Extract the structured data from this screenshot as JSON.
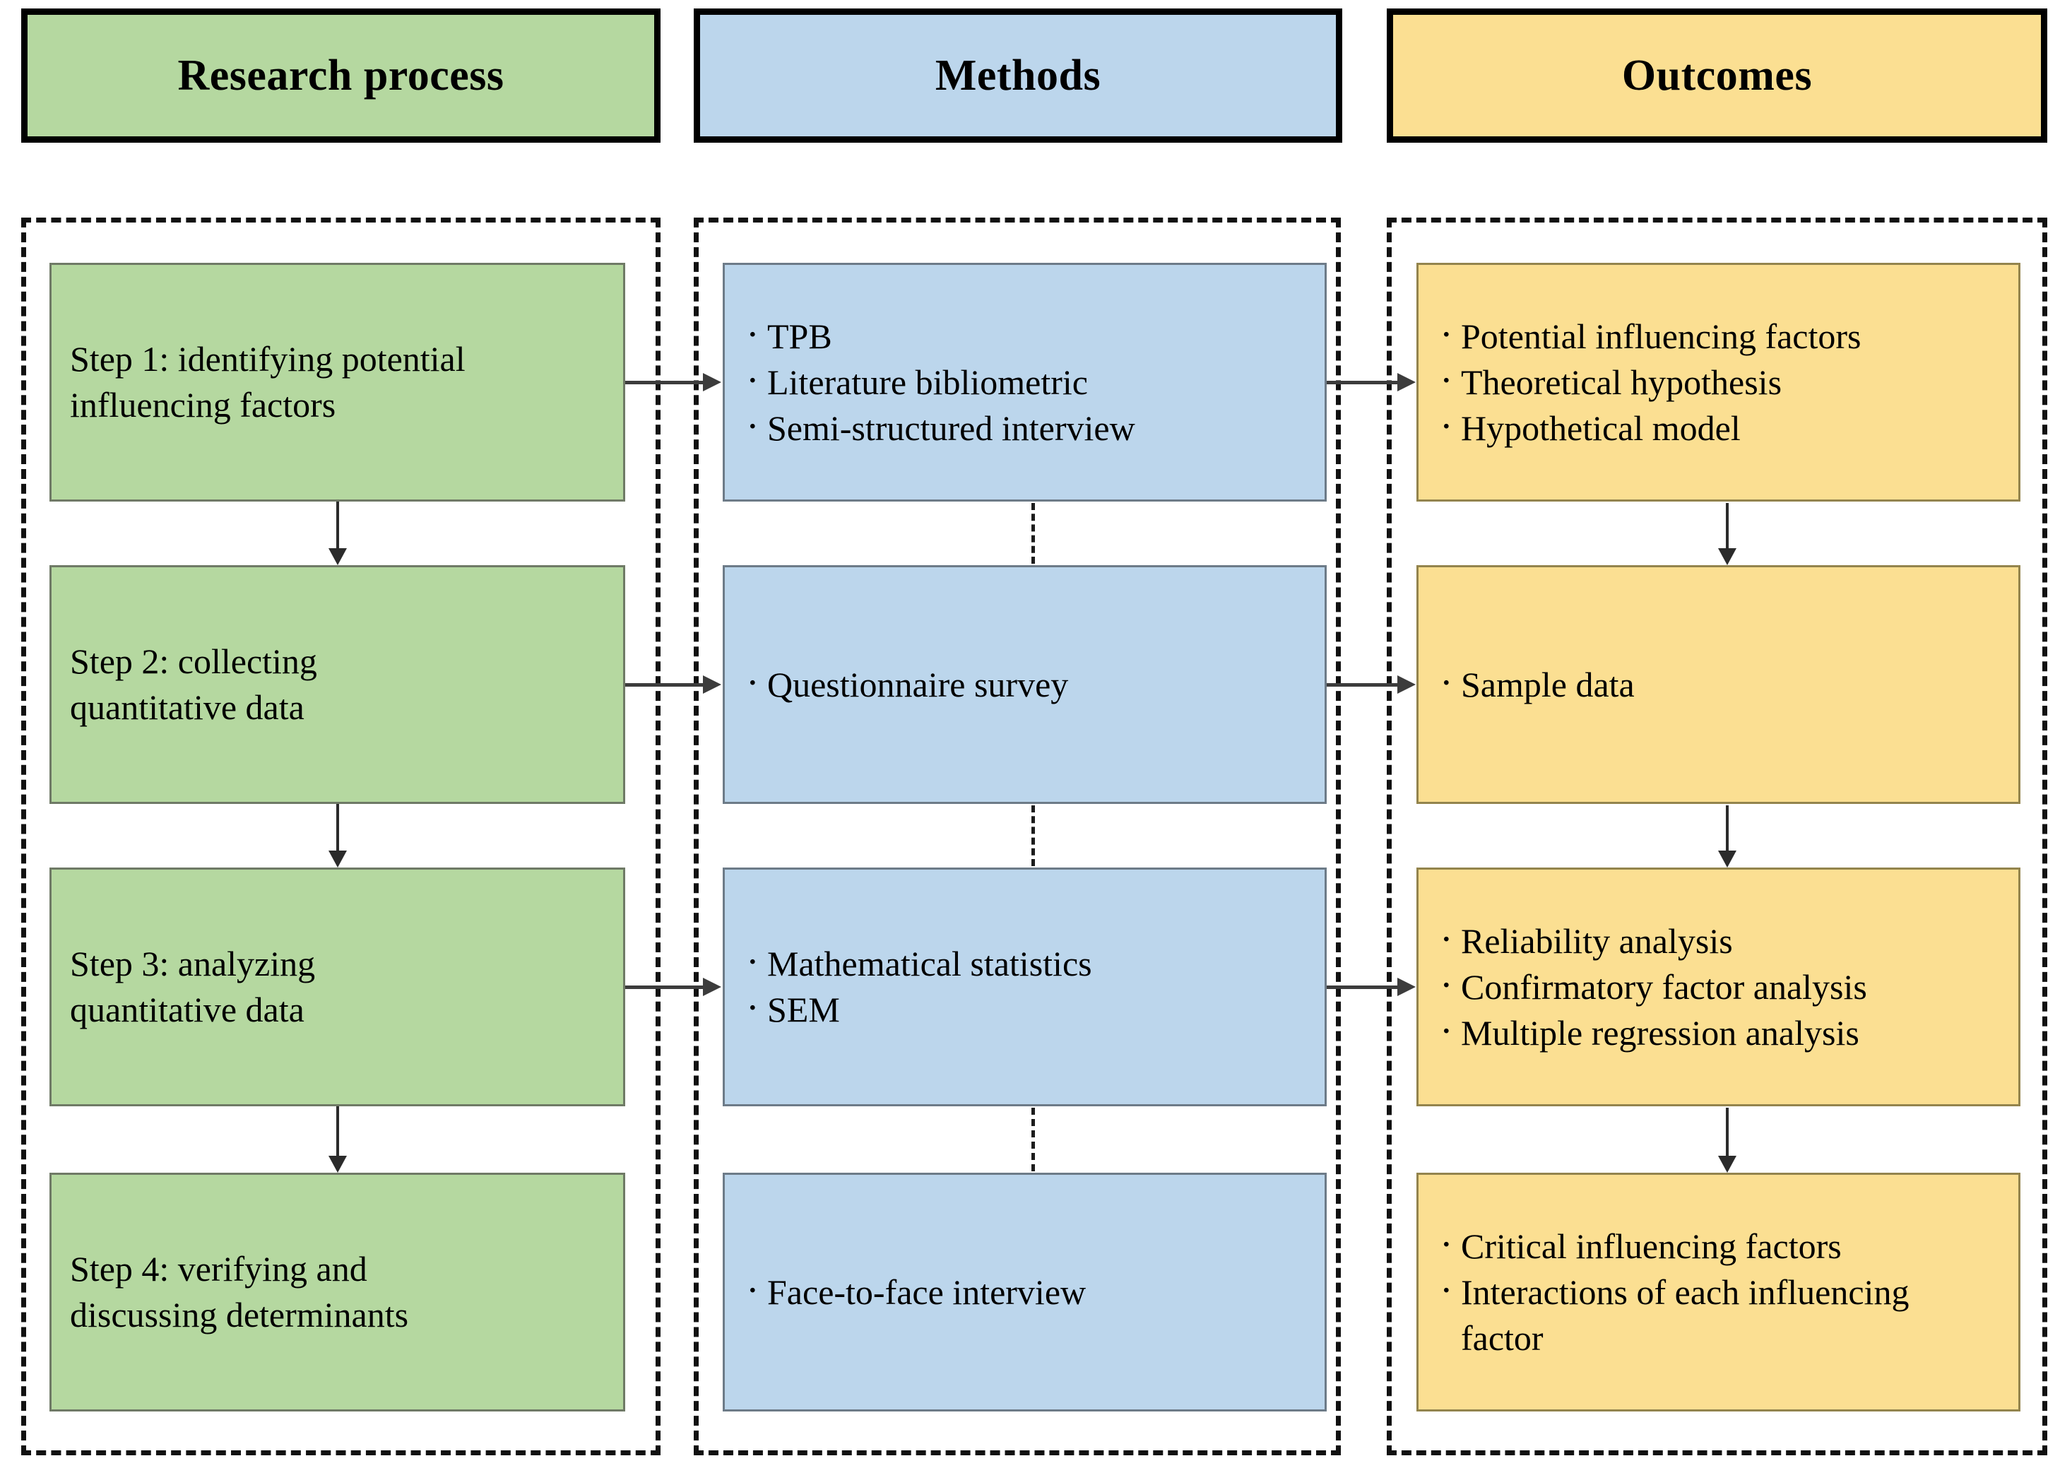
{
  "diagram": {
    "title": "Research process / Methods / Outcomes flowchart",
    "colors": {
      "green": "#b5d8a0",
      "blue": "#bcd6ec",
      "yellow": "#fbdf92",
      "header_border": "#000000",
      "node_border": "#7a7a7a",
      "connector": "#2b2b2b",
      "lane_border": "#111111"
    }
  },
  "headers": [
    {
      "label": "Research process"
    },
    {
      "label": "Methods"
    },
    {
      "label": "Outcomes"
    }
  ],
  "columns": {
    "research_process": {
      "header": "Research process",
      "steps": [
        {
          "line1": "Step 1: identifying potential",
          "line2": "influencing factors"
        },
        {
          "line1": "Step 2: collecting",
          "line2": "quantitative data"
        },
        {
          "line1": "Step 3: analyzing",
          "line2": "quantitative data"
        },
        {
          "line1": "Step 4: verifying and",
          "line2": "discussing determinants"
        }
      ]
    },
    "methods": {
      "header": "Methods",
      "steps": [
        {
          "items": [
            "TPB",
            "Literature bibliometric",
            "Semi-structured interview"
          ]
        },
        {
          "items": [
            "Questionnaire survey"
          ]
        },
        {
          "items": [
            "Mathematical statistics",
            "SEM"
          ]
        },
        {
          "items": [
            "Face-to-face interview"
          ]
        }
      ]
    },
    "outcomes": {
      "header": "Outcomes",
      "steps": [
        {
          "items": [
            "Potential influencing factors",
            "Theoretical hypothesis",
            "Hypothetical model"
          ]
        },
        {
          "items": [
            "Sample data"
          ]
        },
        {
          "items": [
            "Reliability analysis",
            "Confirmatory factor analysis",
            "Multiple regression analysis"
          ]
        },
        {
          "items": [
            "Critical influencing factors",
            "Interactions of each influencing factor"
          ]
        }
      ]
    }
  }
}
